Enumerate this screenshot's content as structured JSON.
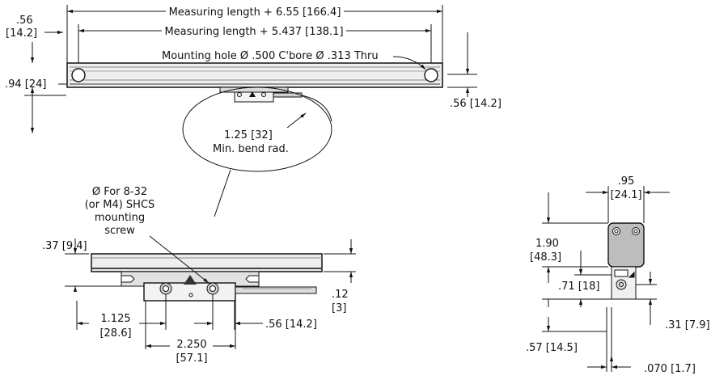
{
  "top_view": {
    "measuring_length_overall": "Measuring length + 6.55 [166.4]",
    "measuring_length_holes": "Measuring length + 5.437 [138.1]",
    "mounting_hole": "Mounting hole  Ø .500 C'bore  Ø .313 Thru",
    "dim_056_in": ".56",
    "dim_056_mm": "[14.2]",
    "dim_094": ".94 [24]",
    "dim_056_right": ".56 [14.2]",
    "bend_radius_value": "1.25 [32]",
    "bend_radius_label": "Min. bend rad."
  },
  "detail_view": {
    "screw_note_1": "Ø For 8-32",
    "screw_note_2": "(or M4) SHCS",
    "screw_note_3": "mounting",
    "screw_note_4": "screw",
    "dim_037": ".37 [9.4]",
    "dim_012_in": ".12",
    "dim_012_mm": "[3]",
    "dim_1125_in": "1.125",
    "dim_1125_mm": "[28.6]",
    "dim_056": ".56 [14.2]",
    "dim_2250_in": "2.250",
    "dim_2250_mm": "[57.1]"
  },
  "end_view": {
    "dim_095_in": ".95",
    "dim_095_mm": "[24.1]",
    "dim_190_in": "1.90",
    "dim_190_mm": "[48.3]",
    "dim_071": ".71 [18]",
    "dim_031": ".31 [7.9]",
    "dim_057": ".57 [14.5]",
    "dim_0070": ".070 [1.7]"
  }
}
